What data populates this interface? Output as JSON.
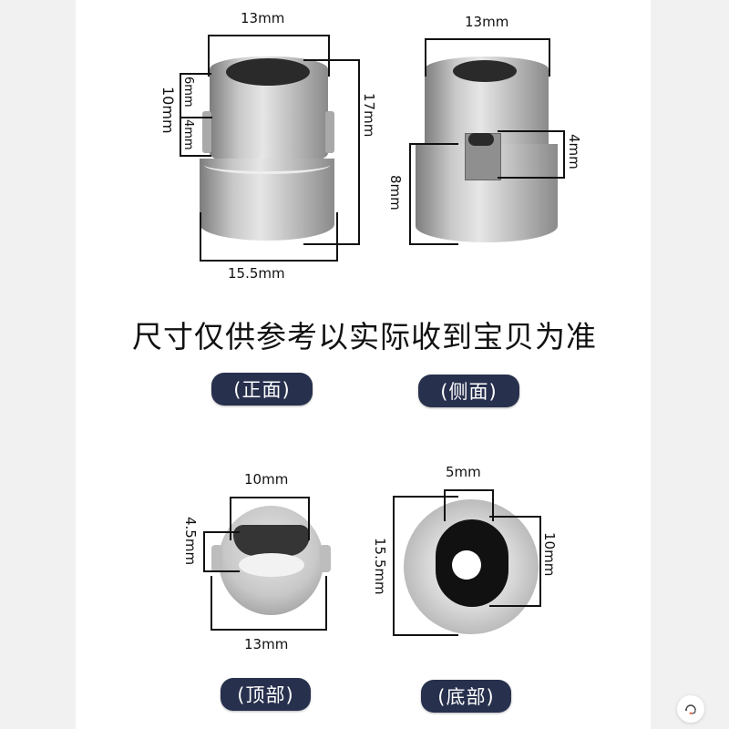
{
  "caption": "尺寸仅供参考以实际收到宝贝为准",
  "views": {
    "front": {
      "label": "(正面)",
      "dims": {
        "top_width": "13mm",
        "bottom_width": "15.5mm",
        "height_total": "17mm",
        "height_left": "10mm",
        "upper": "6mm",
        "lower": "4mm"
      }
    },
    "side": {
      "label": "(侧面)",
      "dims": {
        "top_width": "13mm",
        "slot_depth": "4mm",
        "lower_height": "8mm"
      }
    },
    "top": {
      "label": "(顶部)",
      "dims": {
        "inner_width": "10mm",
        "slot_height": "4.5mm",
        "outer_width": "13mm"
      }
    },
    "bottom": {
      "label": "(底部)",
      "dims": {
        "slot_width": "5mm",
        "inner_height": "10mm",
        "outer_diameter": "15.5mm"
      }
    }
  },
  "colors": {
    "pill_bg": "#27304d",
    "side_bg": "#f1f1f1",
    "panel_bg": "#ffffff",
    "support_accent": "#e8572f"
  },
  "support_button": {
    "icon": "headset-icon"
  }
}
